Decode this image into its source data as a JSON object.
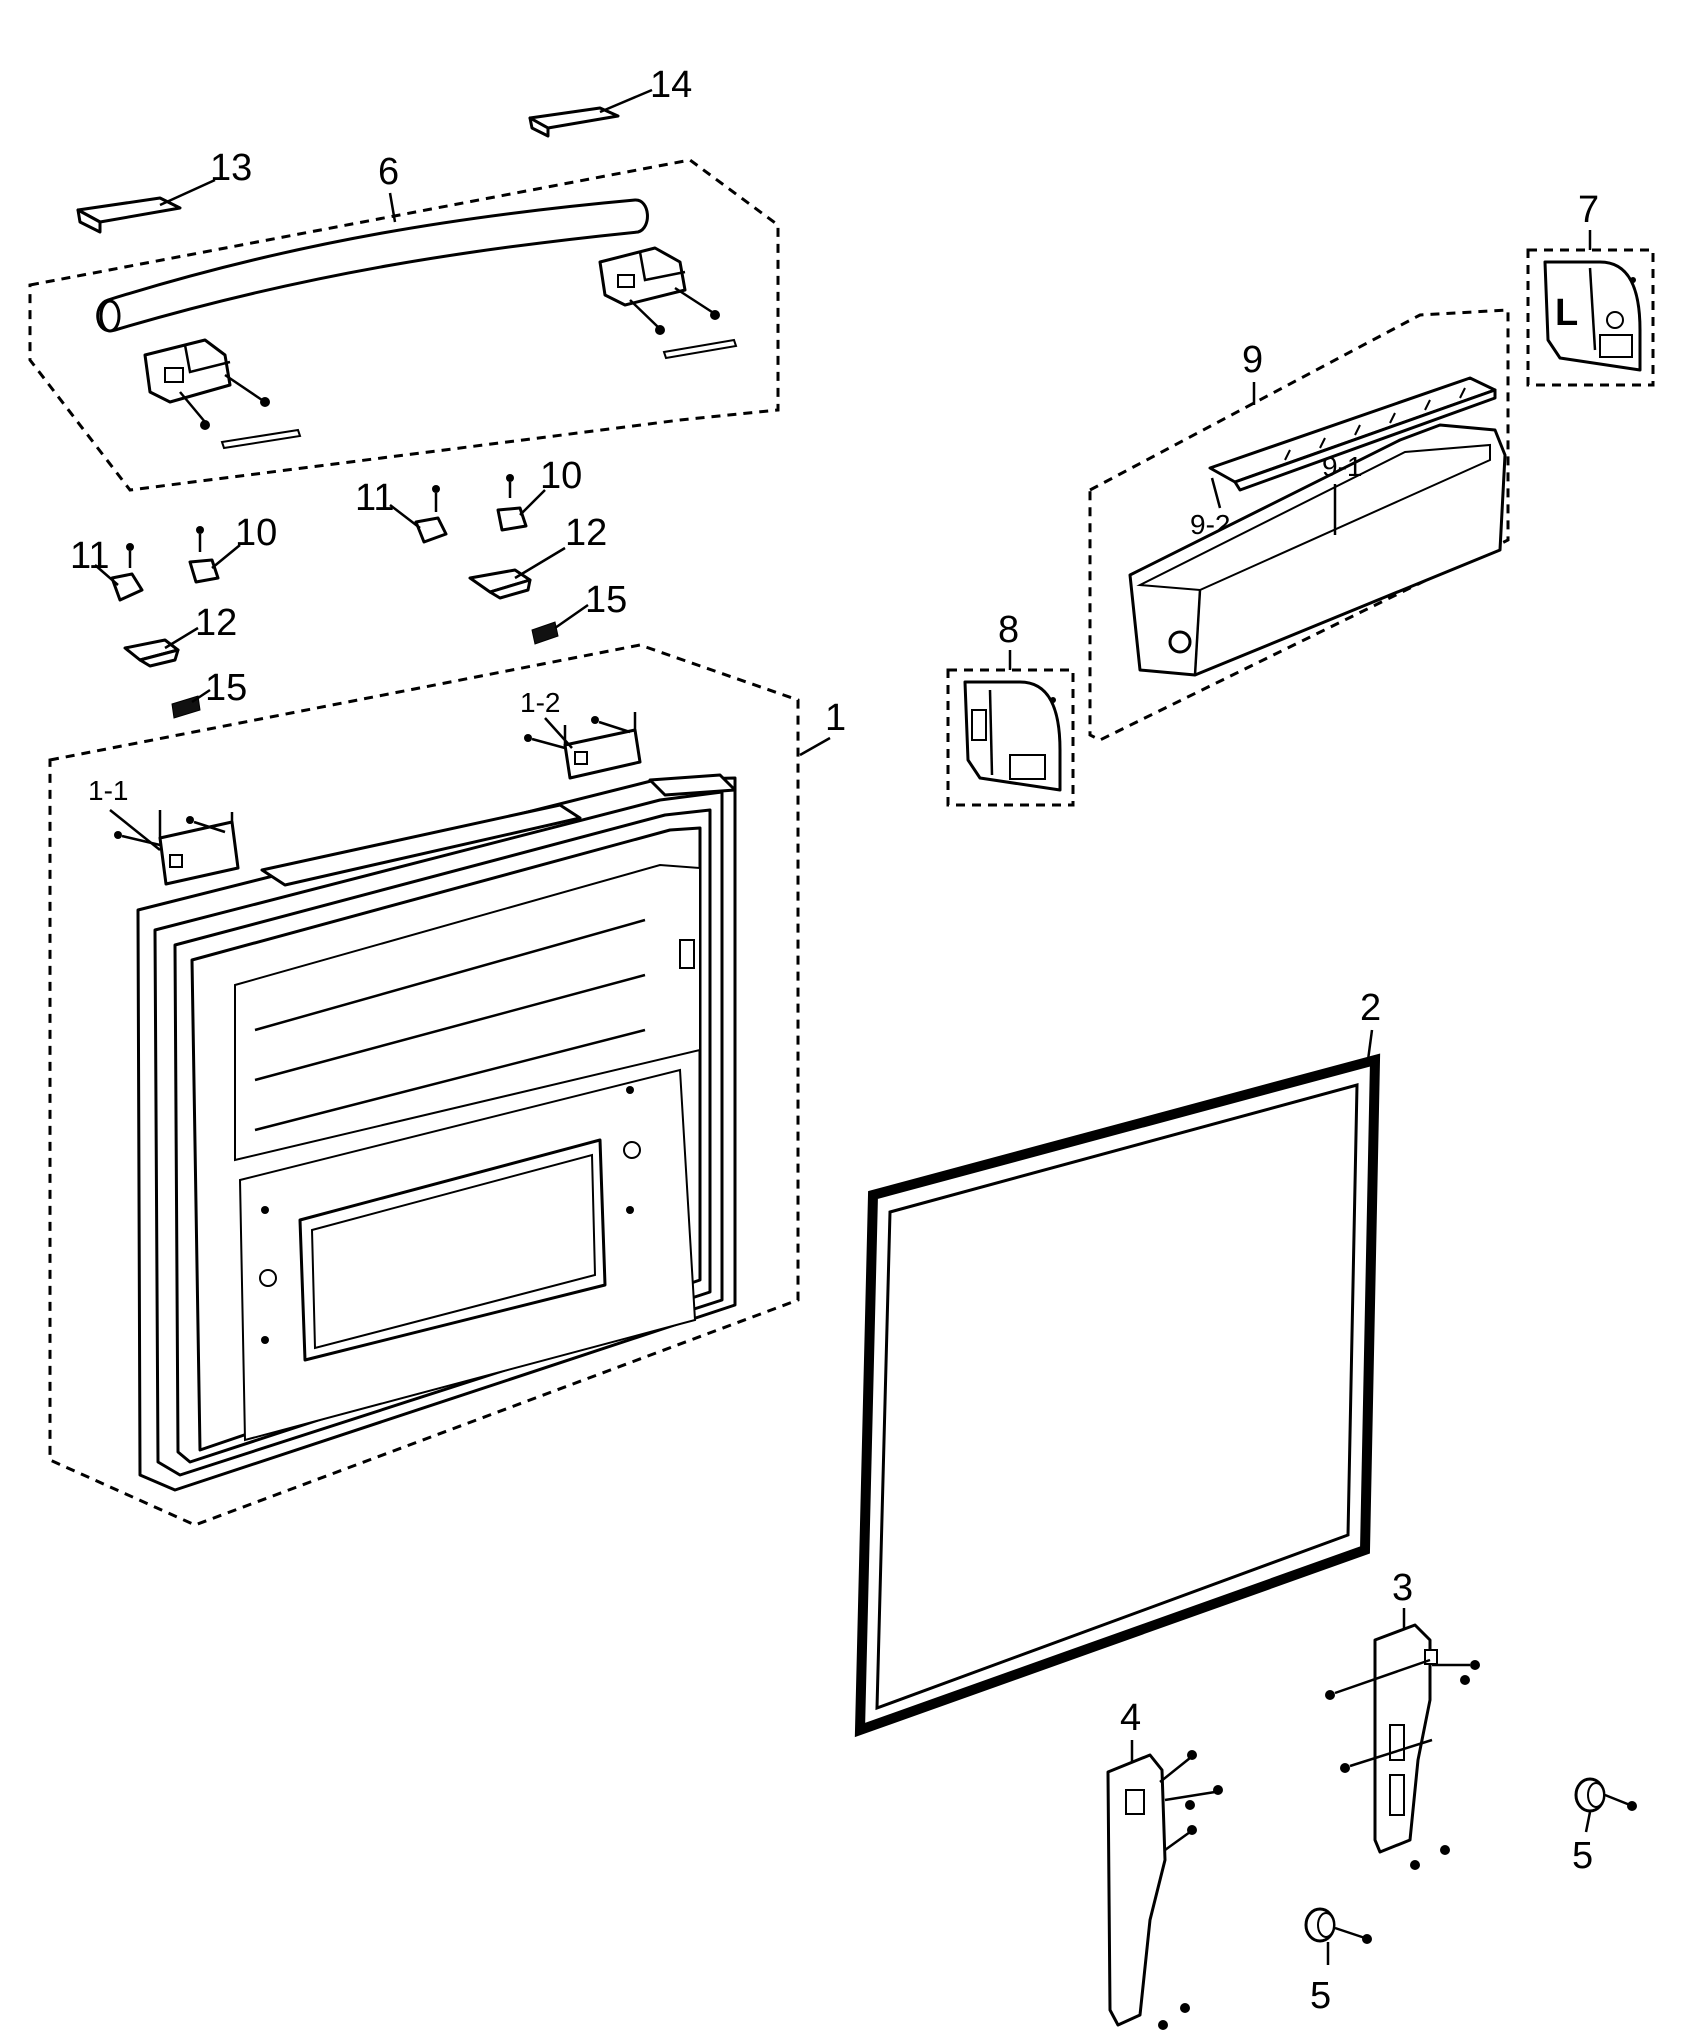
{
  "callouts": {
    "c1": "1",
    "c1_1": "1-1",
    "c1_2": "1-2",
    "c2": "2",
    "c3": "3",
    "c4": "4",
    "c5a": "5",
    "c5b": "5",
    "c6": "6",
    "c7": "7",
    "c8": "8",
    "c9": "9",
    "c9_1": "9-1",
    "c9_2": "9-2",
    "c10a": "10",
    "c10b": "10",
    "c11a": "11",
    "c11b": "11",
    "c12a": "12",
    "c12b": "12",
    "c13": "13",
    "c14": "14",
    "c15a": "15",
    "c15b": "15"
  },
  "part_marks": {
    "cover_left_letter": "L"
  }
}
